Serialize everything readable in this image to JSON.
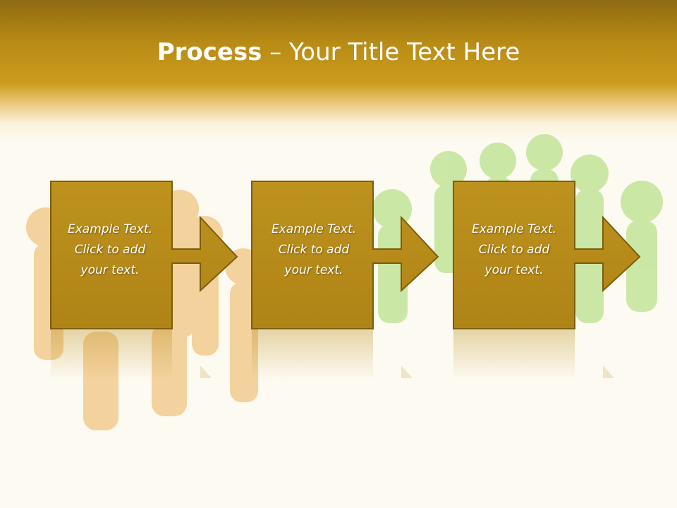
{
  "slide": {
    "title_strong": "Process",
    "title_rest": " – Your Title Text Here"
  },
  "steps": [
    {
      "lines": [
        "Example Text.",
        "Click  to add",
        "your text."
      ]
    },
    {
      "lines": [
        "Example Text.",
        "Click  to add",
        "your text."
      ]
    },
    {
      "lines": [
        "Example Text.",
        "Click  to add",
        "your text."
      ]
    }
  ],
  "colors": {
    "header_top": "#8e6a12",
    "header_mid": "#cb9c1e",
    "box_fill": "#b88e1b",
    "box_stroke": "#7b5d0c",
    "text": "#ffffff",
    "people_orange": "#e8a23a",
    "people_green": "#a4d86a",
    "background": "#fdfaf1"
  }
}
